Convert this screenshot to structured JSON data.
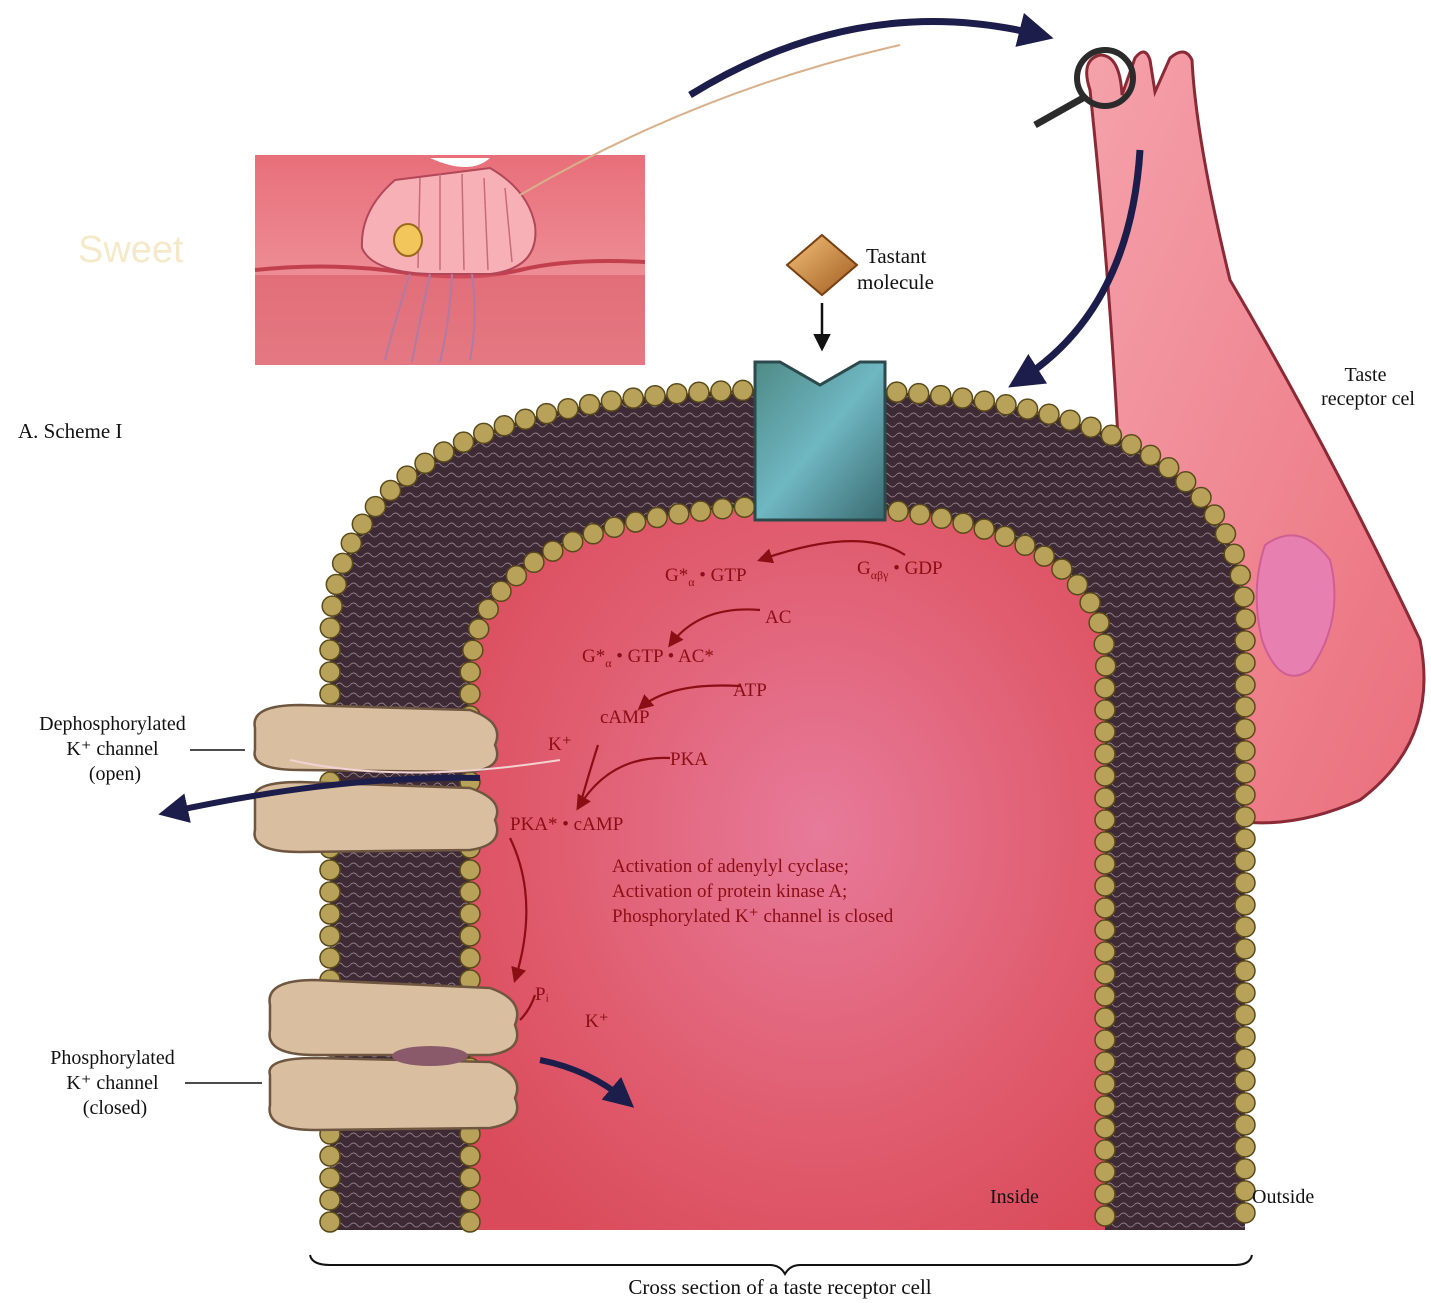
{
  "overlay_label": "Sweet",
  "scheme_label": "A.  Scheme I",
  "tastant_label": [
    "Tastant",
    "molecule"
  ],
  "taste_cell_label": [
    "Taste",
    "receptor cel"
  ],
  "dephos_channel_label": [
    "Dephosphorylated",
    "K⁺ channel",
    "(open)"
  ],
  "phos_channel_label": [
    "Phosphorylated",
    "K⁺ channel",
    "(closed)"
  ],
  "pathway": {
    "g_gdp": "G",
    "g_gdp_sub": "αβγ",
    "g_gdp_tail": " • GDP",
    "ga_gtp": "G*",
    "ga_sub": "α",
    "ga_gtp_tail": " • GTP",
    "ac": "AC",
    "ga_gtp_ac_tail": " • GTP • AC*",
    "atp": "ATP",
    "camp": "cAMP",
    "k_plus": "K⁺",
    "pka": "PKA",
    "pka_camp": "PKA* • cAMP",
    "pi": "Pᵢ",
    "k_plus_2": "K⁺"
  },
  "activation_notes": [
    "Activation of adenylyl cyclase;",
    "Activation of protein kinase A;",
    "Phosphorylated K⁺ channel is closed"
  ],
  "inside_label": "Inside",
  "outside_label": "Outside",
  "caption": "Cross section of a taste receptor cell",
  "colors": {
    "membrane_dark": "#3e2a35",
    "bead": "#b8a25a",
    "cytoplasm": "#e0606e",
    "cell_pink": "#f07a86",
    "channel_tan": "#d9bfa0",
    "arrow_navy": "#1c1d4a",
    "pathway_text": "#8a0e14"
  }
}
